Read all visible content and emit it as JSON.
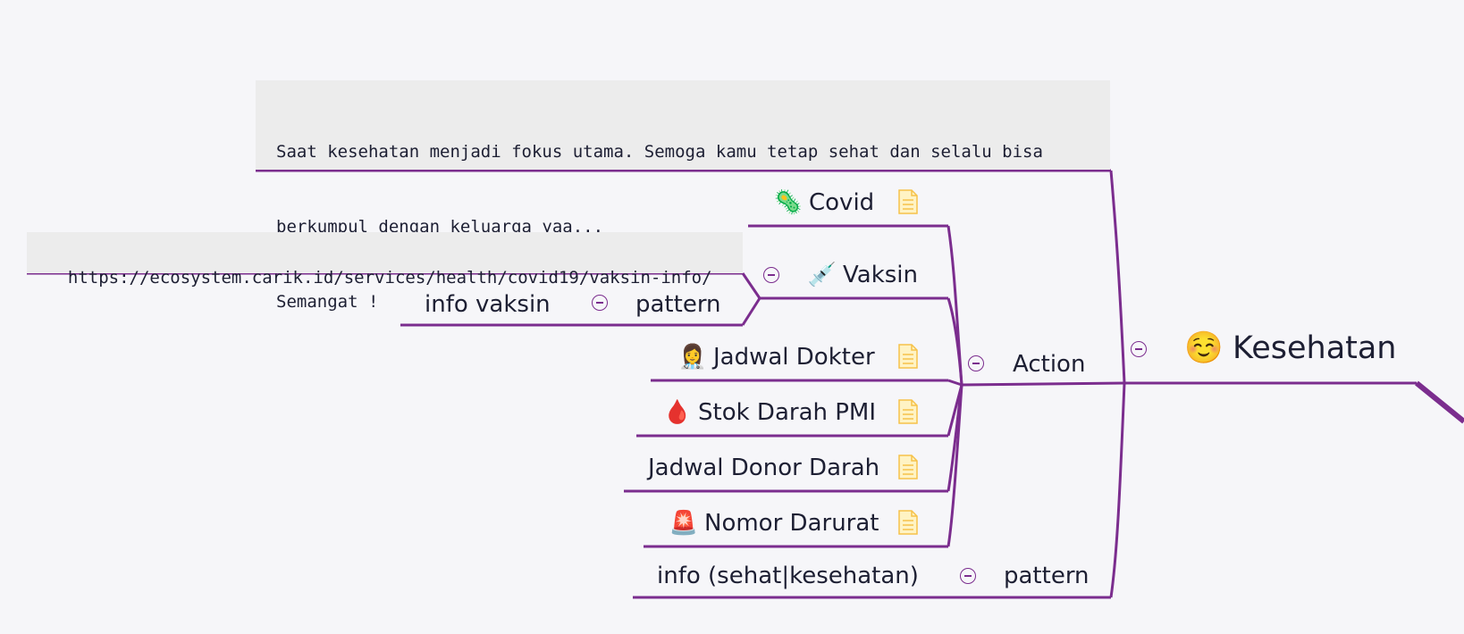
{
  "root": {
    "emoji": "☺️",
    "label": "Kesehatan"
  },
  "comment": {
    "lines": [
      "Saat kesehatan menjadi fokus utama. Semoga kamu tetap sehat dan selalu bisa",
      "berkumpul dengan keluarga yaa...",
      "Semangat !"
    ]
  },
  "action": {
    "label": "Action",
    "items": [
      {
        "emoji": "🦠",
        "label": "Covid"
      },
      {
        "emoji": "💉",
        "label": "Vaksin"
      },
      {
        "emoji": "👩‍⚕️",
        "label": "Jadwal Dokter"
      },
      {
        "emoji": "🩸",
        "label": "Stok Darah PMI"
      },
      {
        "emoji": "",
        "label": "Jadwal Donor Darah"
      },
      {
        "emoji": "🚨",
        "label": "Nomor Darurat"
      }
    ]
  },
  "vaksin": {
    "url": "https://ecosystem.carik.id/services/health/covid19/vaksin-info/",
    "pattern_label": "pattern",
    "pattern_value": "info vaksin"
  },
  "root_pattern": {
    "label": "pattern",
    "value": "info (sehat|kesehatan)"
  },
  "colors": {
    "branch": "#7b2d8e",
    "text": "#1d1f33",
    "note_icon": "#f5c24a"
  }
}
